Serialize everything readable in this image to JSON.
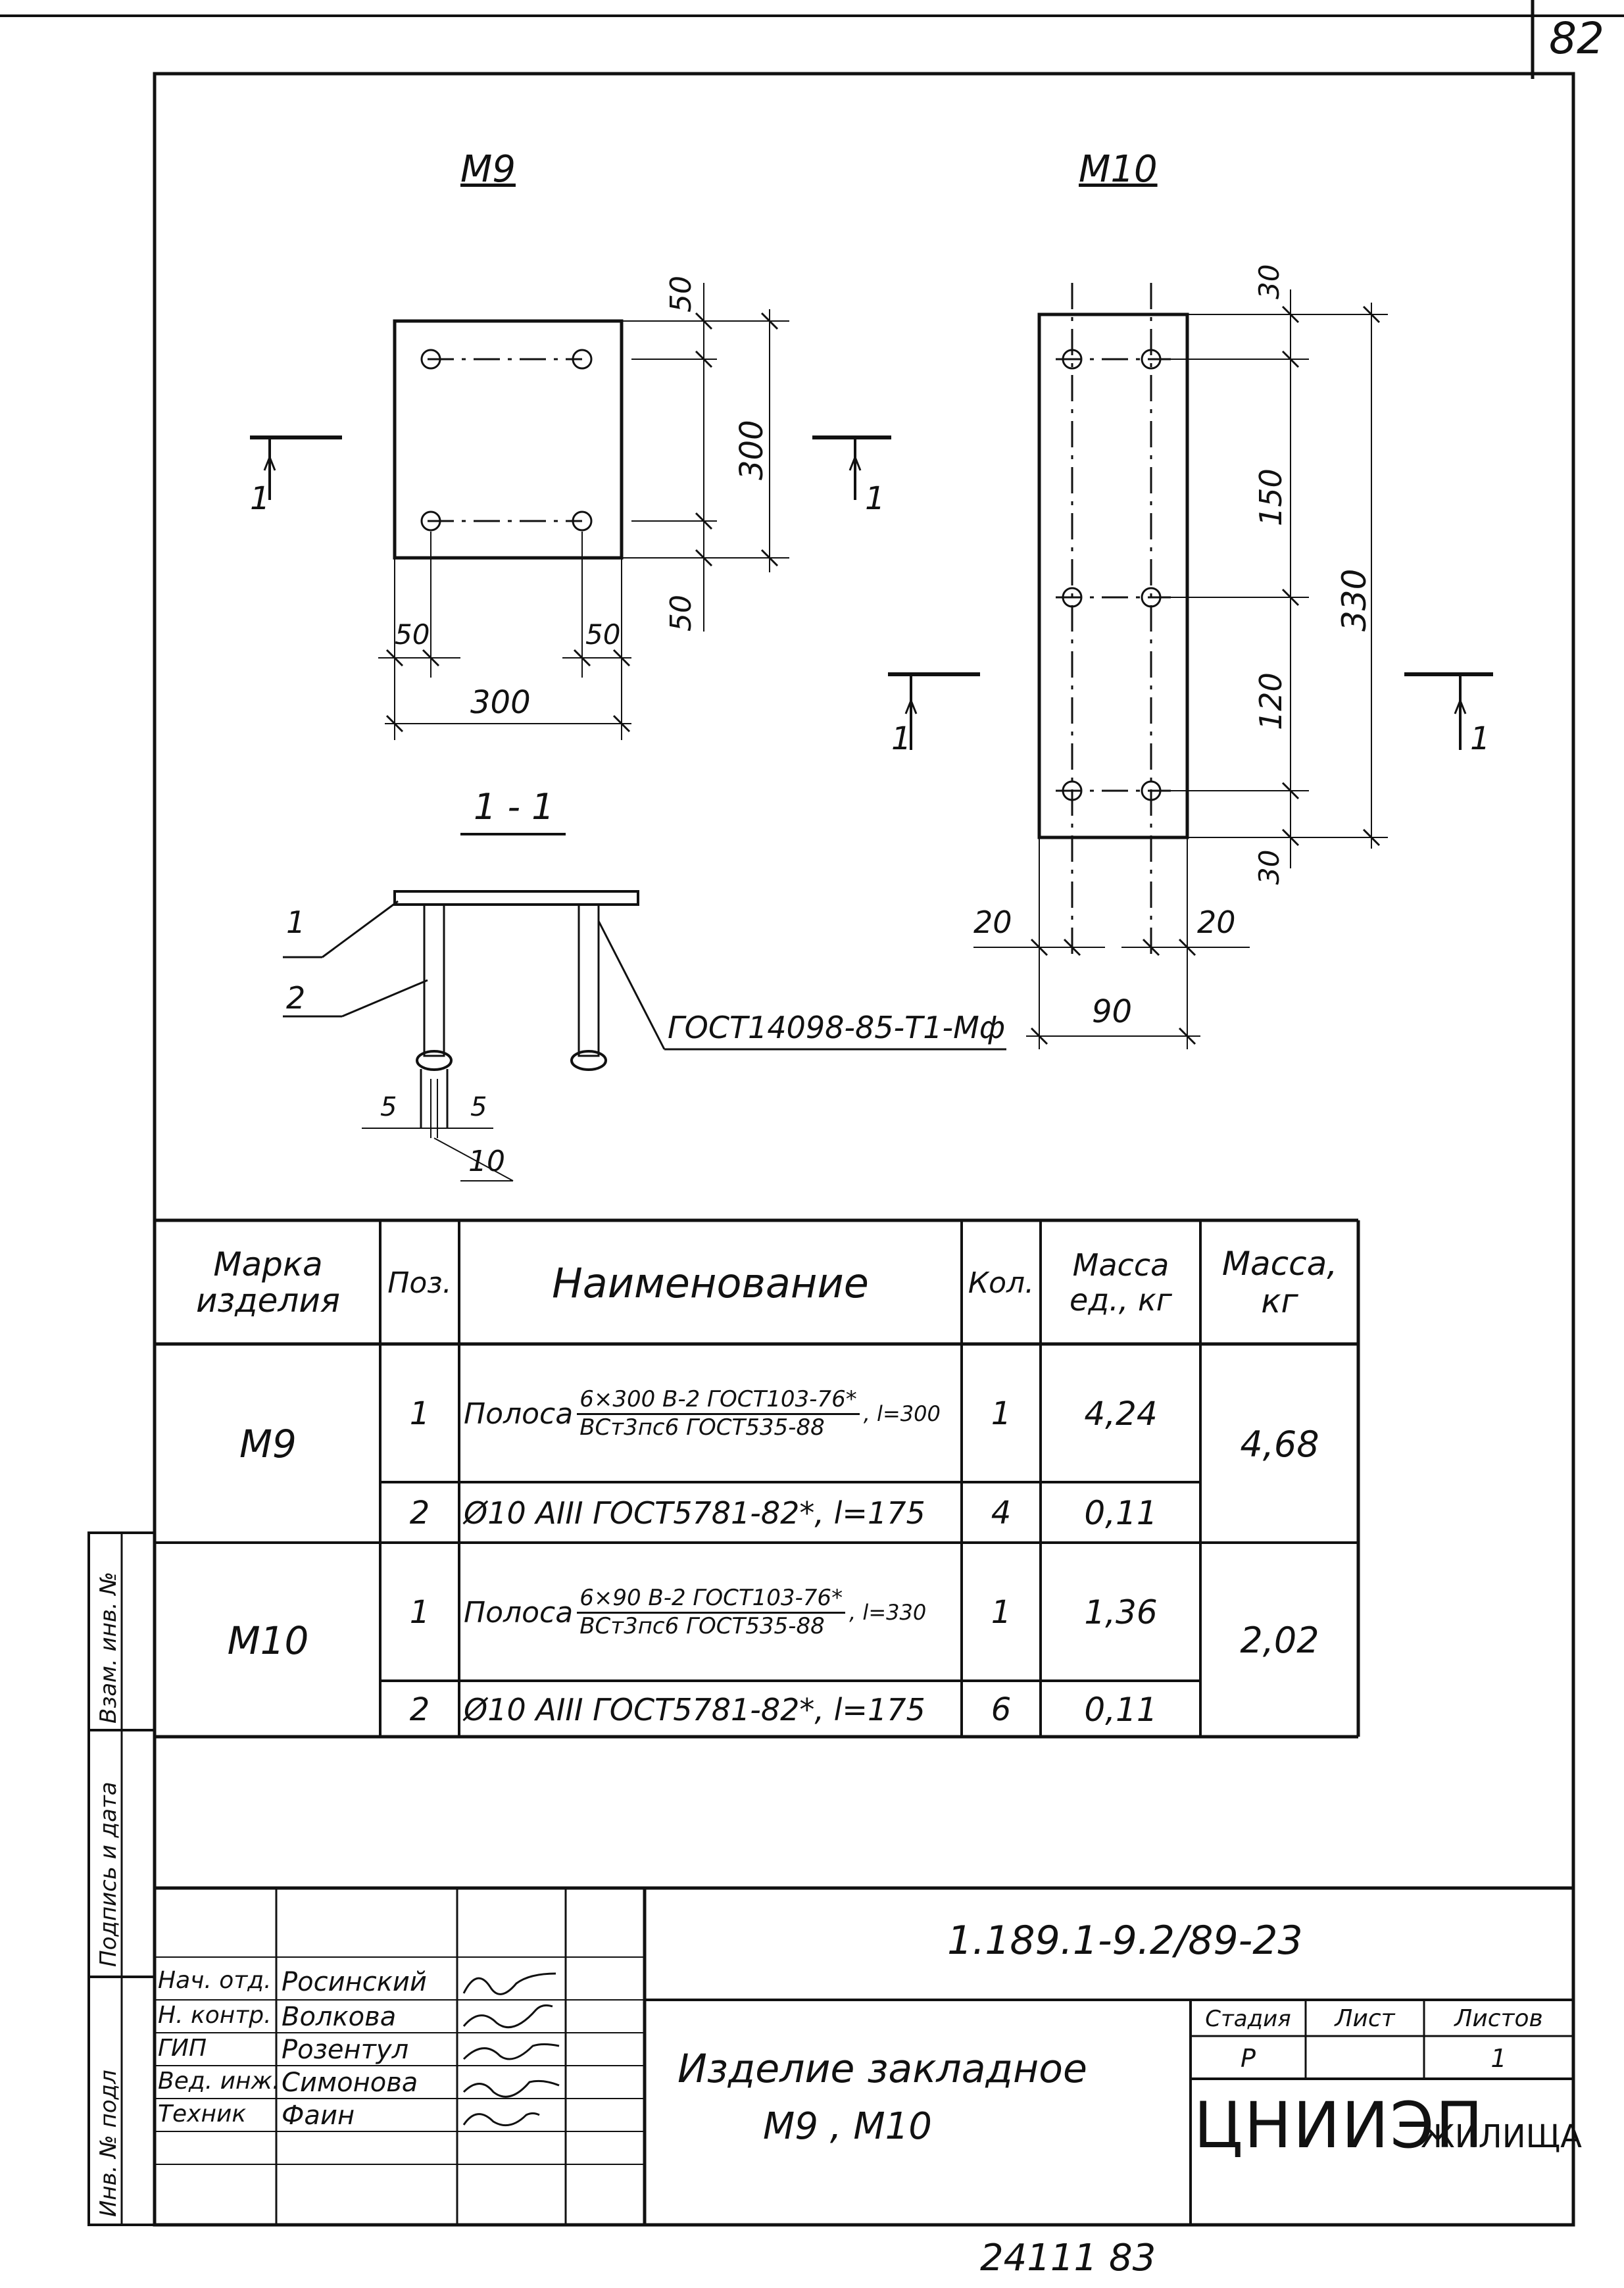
{
  "page_number": "82",
  "bottom_number": "24111 83",
  "drawing": {
    "m9_title": "M9",
    "m10_title": "M10",
    "section_title": "1 - 1",
    "section_mark": "1",
    "dims_m9": {
      "top": "50",
      "height": "300",
      "bottom": "50",
      "left_off": "50",
      "right_off": "50",
      "width": "300"
    },
    "dims_m10": {
      "top": "30",
      "mid1": "150",
      "mid2": "120",
      "bottom": "30",
      "total": "330",
      "left_off": "20",
      "right_off": "20",
      "width": "90"
    },
    "section_labels": {
      "pos1": "1",
      "pos2": "2",
      "d5a": "5",
      "d5b": "5",
      "d10": "10",
      "weld": "ГОСТ14098-85-Т1-Мф"
    }
  },
  "spec_table": {
    "headers": {
      "mark": "Марка изделия",
      "pos": "Поз.",
      "name": "Наименование",
      "qty": "Кол.",
      "mass_unit": "Масса ед., кг",
      "mass": "Масса, кг"
    },
    "groups": [
      {
        "mark": "M9",
        "mass": "4,68",
        "rows": [
          {
            "pos": "1",
            "prefix": "Полоса",
            "num": "6×300 В-2 ГОСТ103-76*",
            "den": "ВСт3пс6 ГОСТ535-88",
            "suffix": ", l=300",
            "qty": "1",
            "mass_unit": "4,24"
          },
          {
            "pos": "2",
            "text": "Ø10 AIII ГОСТ5781-82*, l=175",
            "qty": "4",
            "mass_unit": "0,11"
          }
        ]
      },
      {
        "mark": "M10",
        "mass": "2,02",
        "rows": [
          {
            "pos": "1",
            "prefix": "Полоса",
            "num": "6×90 В-2 ГОСТ103-76*",
            "den": "ВСт3пс6 ГОСТ535-88",
            "suffix": ", l=330",
            "qty": "1",
            "mass_unit": "1,36"
          },
          {
            "pos": "2",
            "text": "Ø10 AIII ГОСТ5781-82*, l=175",
            "qty": "6",
            "mass_unit": "0,11"
          }
        ]
      }
    ]
  },
  "side_stamp": [
    "Инв. № подл",
    "Подпись и дата",
    "Взам. инв. №"
  ],
  "title_block": {
    "doc_code": "1.189.1-9.2/89-23",
    "title_line1": "Изделие закладное",
    "title_line2": "M9 , M10",
    "stage_header": "Стадия",
    "sheet_header": "Лист",
    "sheets_header": "Листов",
    "stage": "Р",
    "sheet": "",
    "sheets": "1",
    "org_big": "ЦНИИЭП",
    "org_small": "ЖИЛИЩА",
    "signatures": [
      {
        "role": "Нач. отд.",
        "name": "Росинский"
      },
      {
        "role": "Н. контр.",
        "name": "Волкова"
      },
      {
        "role": "ГИП",
        "name": "Розентул"
      },
      {
        "role": "Вед. инж.",
        "name": "Симонова"
      },
      {
        "role": "Техник",
        "name": "Фаин"
      }
    ]
  }
}
